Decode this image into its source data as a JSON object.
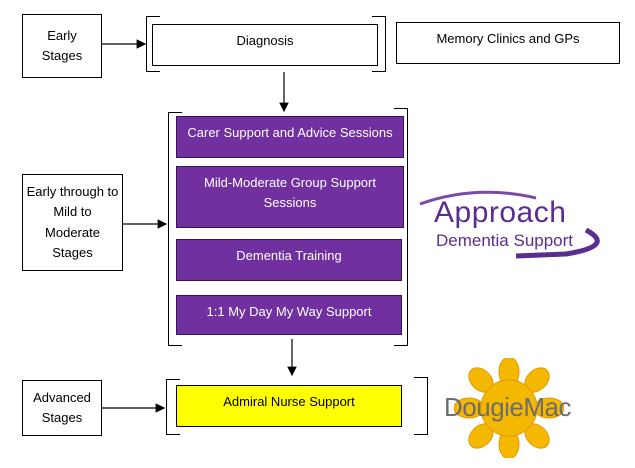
{
  "stages": {
    "early": "Early Stages",
    "mid": "Early through to Mild to Moderate Stages",
    "advanced": "Advanced Stages"
  },
  "diagnosis": "Diagnosis",
  "memory_clinics": "Memory Clinics and GPs",
  "services": [
    "Carer Support and Advice Sessions",
    "Mild-Moderate Group Support Sessions",
    "Dementia Training",
    "1:1 My Day My Way Support"
  ],
  "admiral": "Admiral Nurse Support",
  "logos": {
    "approach_line1": "Approach",
    "approach_line2": "Dementia Support",
    "dougiemac": "DougieMac"
  },
  "colors": {
    "service_fill": "#7030a0",
    "admiral_fill": "#ffff00",
    "approach_purple": "#5b2d8e",
    "approach_yellow": "#f2c200",
    "dougiemac_grey": "#6d6d6d",
    "sun": "#f5b800"
  }
}
